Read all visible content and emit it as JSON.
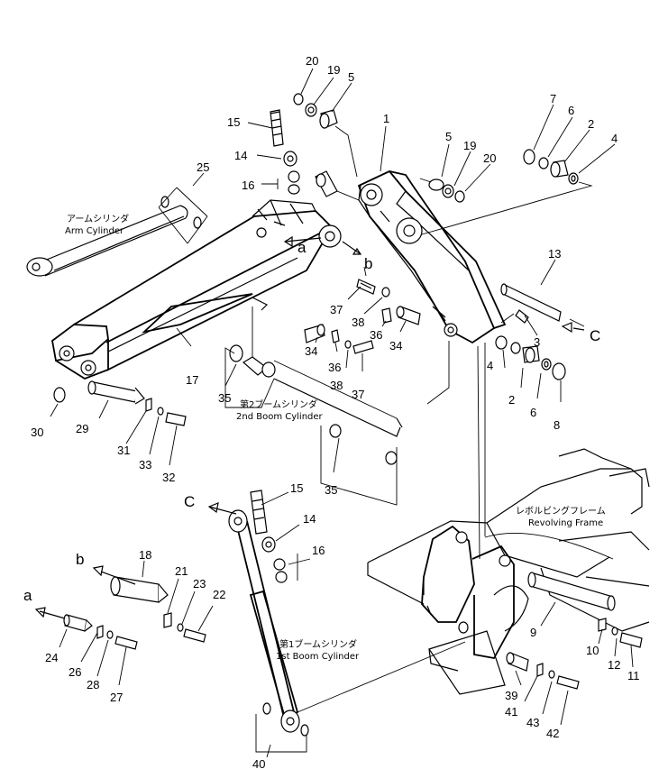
{
  "callouts": [
    {
      "id": "c20a",
      "text": "20"
    },
    {
      "id": "c19a",
      "text": "19"
    },
    {
      "id": "c5a",
      "text": "5"
    },
    {
      "id": "c15a",
      "text": "15"
    },
    {
      "id": "c14a",
      "text": "14"
    },
    {
      "id": "c16a",
      "text": "16"
    },
    {
      "id": "c25",
      "text": "25"
    },
    {
      "id": "c1",
      "text": "1"
    },
    {
      "id": "c5b",
      "text": "5"
    },
    {
      "id": "c19b",
      "text": "19"
    },
    {
      "id": "c20b",
      "text": "20"
    },
    {
      "id": "c7",
      "text": "7"
    },
    {
      "id": "c6a",
      "text": "6"
    },
    {
      "id": "c2a",
      "text": "2"
    },
    {
      "id": "c4a",
      "text": "4"
    },
    {
      "id": "c13",
      "text": "13"
    },
    {
      "id": "c3",
      "text": "3"
    },
    {
      "id": "c37a",
      "text": "37"
    },
    {
      "id": "c38a",
      "text": "38"
    },
    {
      "id": "c36a",
      "text": "36"
    },
    {
      "id": "c34a",
      "text": "34"
    },
    {
      "id": "c34b",
      "text": "34"
    },
    {
      "id": "c36b",
      "text": "36"
    },
    {
      "id": "c38b",
      "text": "38"
    },
    {
      "id": "c37b",
      "text": "37"
    },
    {
      "id": "c4b",
      "text": "4"
    },
    {
      "id": "c2b",
      "text": "2"
    },
    {
      "id": "c6b",
      "text": "6"
    },
    {
      "id": "c8",
      "text": "8"
    },
    {
      "id": "c17",
      "text": "17"
    },
    {
      "id": "c35a",
      "text": "35"
    },
    {
      "id": "c30",
      "text": "30"
    },
    {
      "id": "c29",
      "text": "29"
    },
    {
      "id": "c31",
      "text": "31"
    },
    {
      "id": "c33",
      "text": "33"
    },
    {
      "id": "c32",
      "text": "32"
    },
    {
      "id": "c35b",
      "text": "35"
    },
    {
      "id": "c15b",
      "text": "15"
    },
    {
      "id": "c14b",
      "text": "14"
    },
    {
      "id": "c16b",
      "text": "16"
    },
    {
      "id": "c18",
      "text": "18"
    },
    {
      "id": "c21",
      "text": "21"
    },
    {
      "id": "c23",
      "text": "23"
    },
    {
      "id": "c22",
      "text": "22"
    },
    {
      "id": "c24",
      "text": "24"
    },
    {
      "id": "c26",
      "text": "26"
    },
    {
      "id": "c28",
      "text": "28"
    },
    {
      "id": "c27",
      "text": "27"
    },
    {
      "id": "c9",
      "text": "9"
    },
    {
      "id": "c10",
      "text": "10"
    },
    {
      "id": "c12",
      "text": "12"
    },
    {
      "id": "c11",
      "text": "11"
    },
    {
      "id": "c39",
      "text": "39"
    },
    {
      "id": "c41",
      "text": "41"
    },
    {
      "id": "c43",
      "text": "43"
    },
    {
      "id": "c42",
      "text": "42"
    },
    {
      "id": "c40",
      "text": "40"
    }
  ],
  "letters": {
    "a_top": "a",
    "b_top": "b",
    "c_right": "C",
    "c_left": "C",
    "b_left": "b",
    "a_left": "a"
  },
  "labels": {
    "arm_cylinder_jp": "アームシリンダ",
    "arm_cylinder_en": "Arm Cylinder",
    "boom2_jp": "第2ブームシリンダ",
    "boom2_en": "2nd Boom Cylinder",
    "revolving_jp": "レボルビングフレーム",
    "revolving_en": "Revolving Frame",
    "boom1_jp": "第1ブームシリンダ",
    "boom1_en": "1st Boom Cylinder"
  }
}
